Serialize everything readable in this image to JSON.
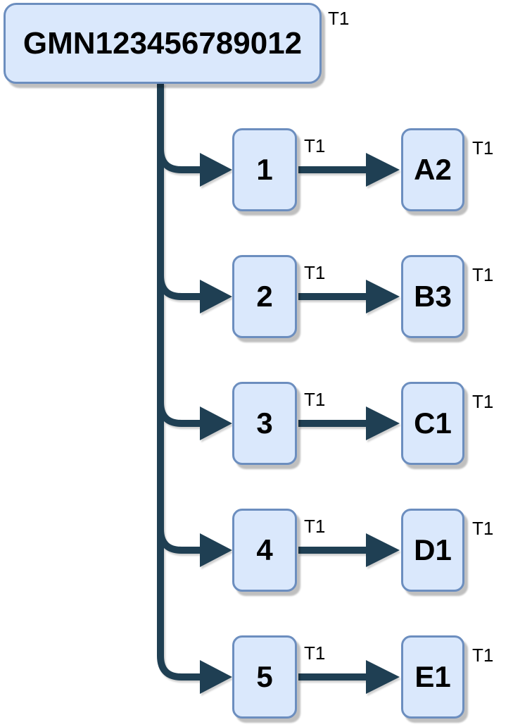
{
  "diagram": {
    "root": {
      "label": "GMN123456789012",
      "tag": "T1"
    },
    "rows": [
      {
        "source": "1",
        "source_tag": "T1",
        "target": "A2",
        "target_tag": "T1"
      },
      {
        "source": "2",
        "source_tag": "T1",
        "target": "B3",
        "target_tag": "T1"
      },
      {
        "source": "3",
        "source_tag": "T1",
        "target": "C1",
        "target_tag": "T1"
      },
      {
        "source": "4",
        "source_tag": "T1",
        "target": "D1",
        "target_tag": "T1"
      },
      {
        "source": "5",
        "source_tag": "T1",
        "target": "E1",
        "target_tag": "T1"
      }
    ],
    "colors": {
      "canvas_bg": "#ffffff",
      "node_fill": "#dae8fc",
      "node_border": "#6c8ebf",
      "edge": "#1f3f53",
      "text": "#000000"
    }
  }
}
